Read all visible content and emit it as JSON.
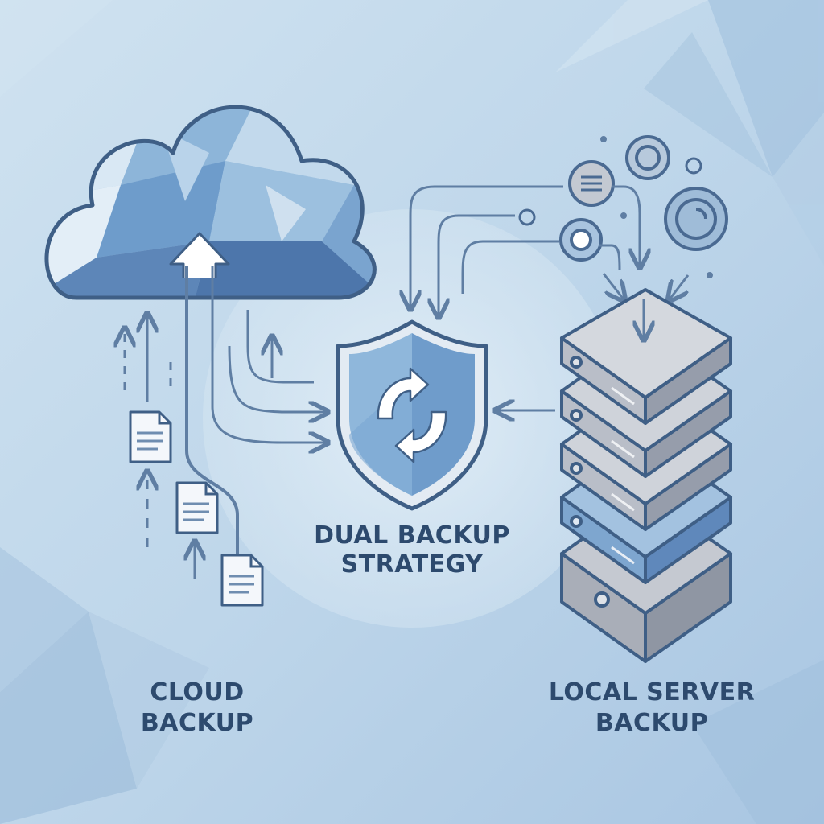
{
  "diagram": {
    "center_label": [
      "DUAL BACKUP",
      "STRATEGY"
    ],
    "cloud_label": [
      "CLOUD",
      "BACKUP"
    ],
    "local_label": [
      "LOCAL SERVER",
      "BACKUP"
    ]
  },
  "icons": {
    "cloud": "cloud-icon",
    "shield": "shield-sync-icon",
    "server": "server-stack-icon",
    "document": "document-icon",
    "arrow": "arrow-icon",
    "data_node": "data-node-icon"
  },
  "colors": {
    "background": "#bcd6ea",
    "line": "#5f7ea3",
    "text": "#2d4a6e",
    "server_gray": "#b9bec8",
    "server_blue": "#7ea6cf",
    "shield_blue": "#8fb7db"
  }
}
